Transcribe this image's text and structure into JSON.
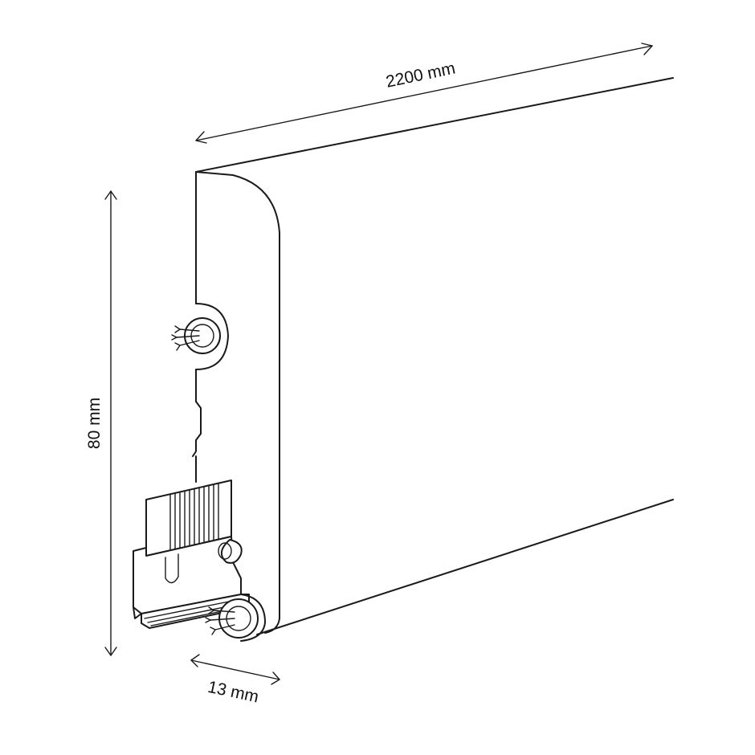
{
  "dimensions": {
    "length": "2200 mm",
    "height": "80 mm",
    "thickness": "13 mm"
  }
}
